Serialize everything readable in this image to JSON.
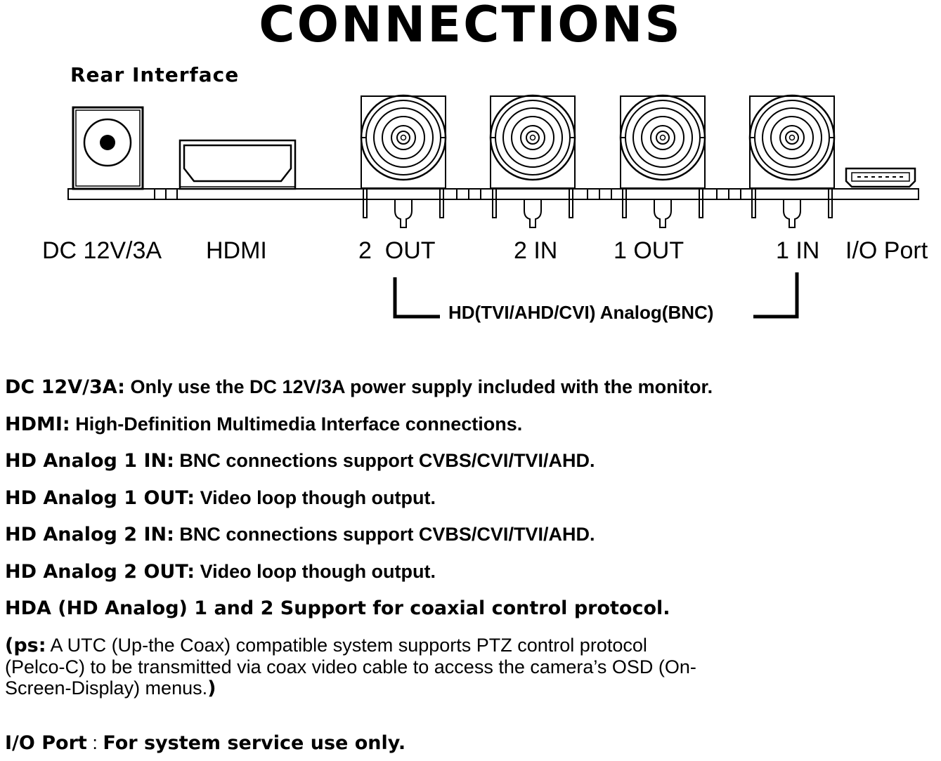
{
  "title": "CONNECTIONS",
  "subtitle": "Rear Interface",
  "ports": {
    "dc": "DC 12V/3A",
    "hdmi": "HDMI",
    "out2": "2  OUT",
    "in2": "2 IN",
    "out1": "1 OUT",
    "in1": "1 IN",
    "io": "I/O Port"
  },
  "group_label": "HD(TVI/AHD/CVI) Analog(BNC)",
  "descriptions": [
    {
      "term": "DC 12V/3A:",
      "text": " Only use the DC 12V/3A power supply included with the monitor."
    },
    {
      "term": "HDMI:",
      "text": " High-Definition Multimedia Interface connections."
    },
    {
      "term": "HD Analog 1 IN:",
      "text": " BNC connections support CVBS/CVI/TVI/AHD."
    },
    {
      "term": "HD Analog 1 OUT:",
      "text": " Video loop though output."
    },
    {
      "term": "HD Analog 2 IN:",
      "text": " BNC connections support CVBS/CVI/TVI/AHD."
    },
    {
      "term": "HD Analog 2 OUT:",
      "text": " Video loop though output."
    },
    {
      "term": "HDA (HD Analog) 1 and 2 Support for coaxial control protocol.",
      "text": ""
    }
  ],
  "note": {
    "prefix": "(ps:",
    "text": " A UTC (Up-the Coax) compatible system supports  PTZ control protocol (Pelco-C) to be transmitted via coax video cable to access the camera’s OSD (On-Screen-Display) menus.",
    "suffix": ")"
  },
  "io_line": {
    "term": "I/O Port",
    "sep": " : ",
    "text": "For system service use only."
  },
  "colors": {
    "ink": "#000000",
    "background": "#ffffff",
    "body": "#ffffff"
  }
}
